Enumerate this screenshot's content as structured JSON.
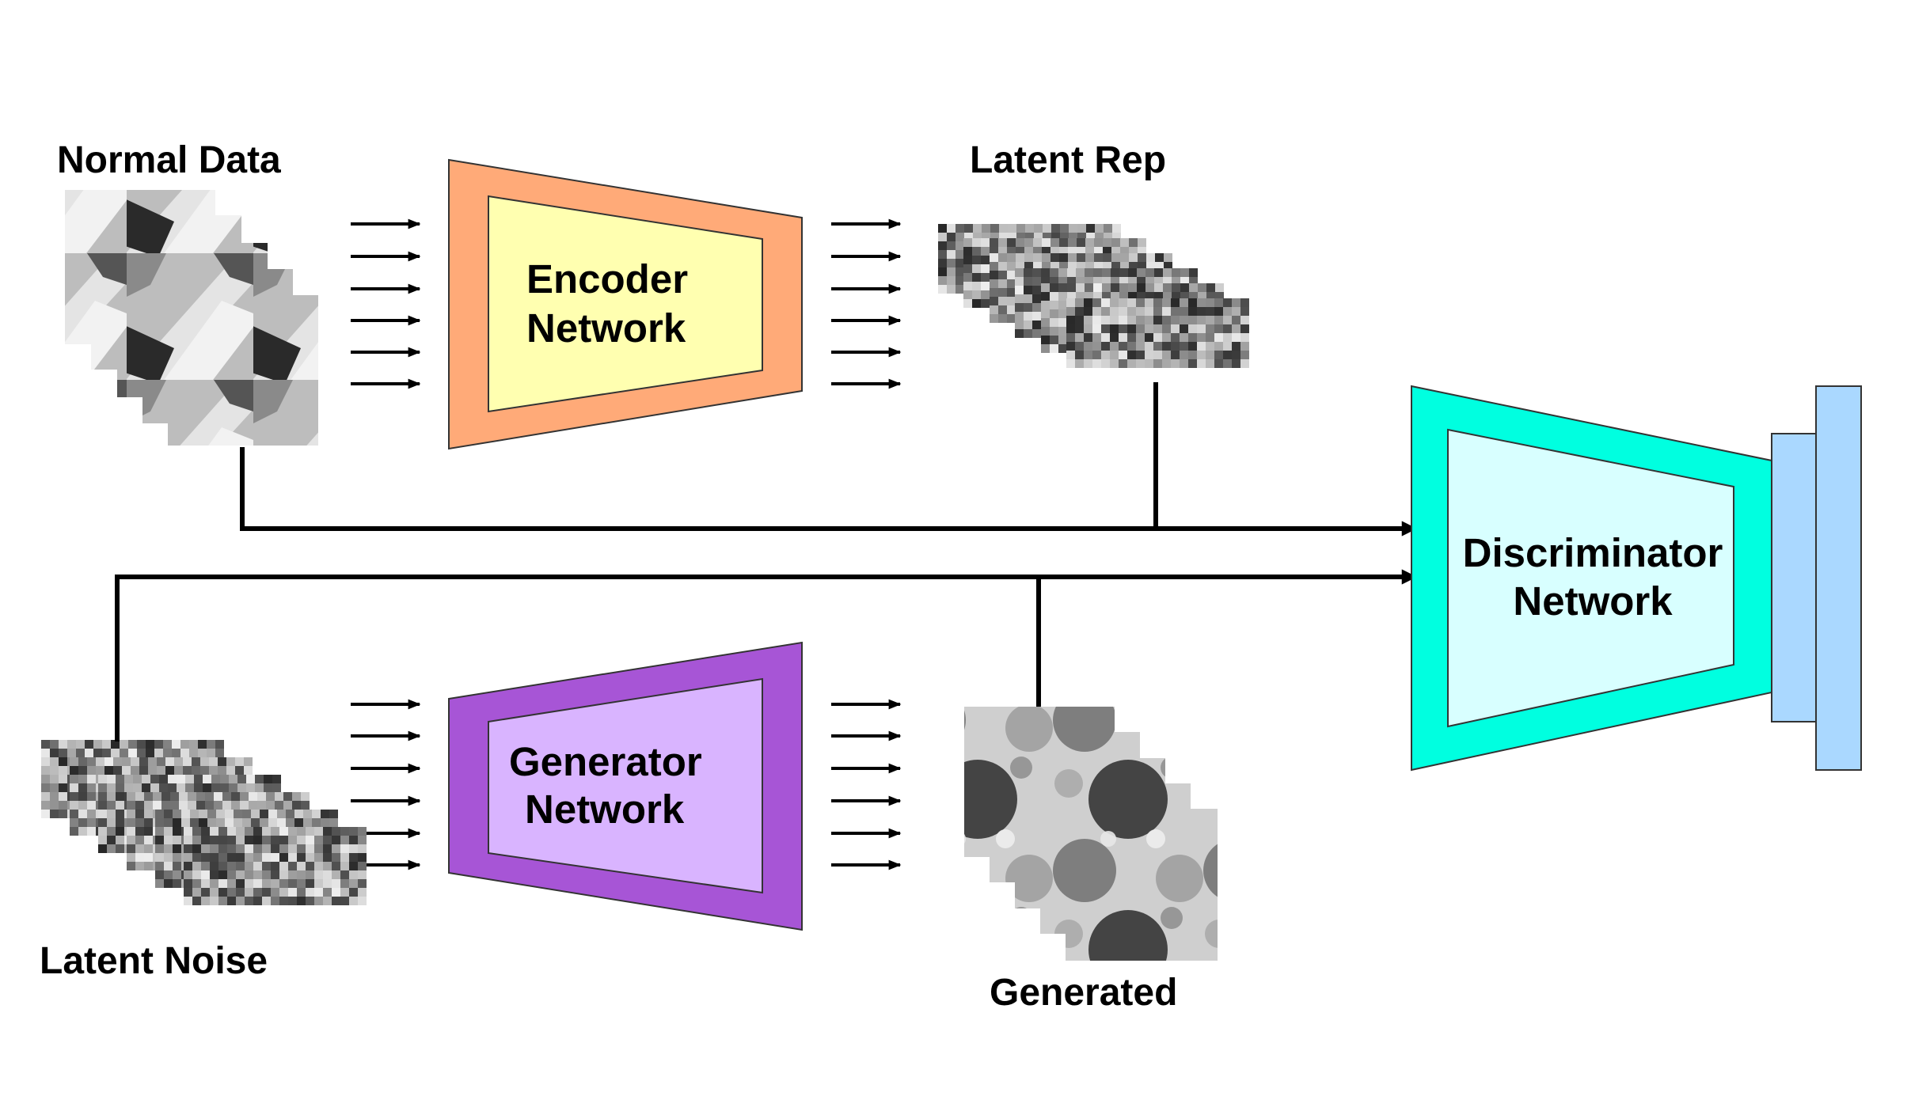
{
  "labels": {
    "normal_data": "Normal Data",
    "latent_rep": "Latent Rep",
    "latent_noise": "Latent Noise",
    "generated": "Generated"
  },
  "encoder": {
    "line1": "Encoder",
    "line2": "Network"
  },
  "generator": {
    "line1": "Generator",
    "line2": "Network"
  },
  "discriminator": {
    "line1": "Discriminator",
    "line2": "Network"
  },
  "colors": {
    "encoder_outer": "#FFAA78",
    "encoder_inner": "#FFFFB0",
    "generator_outer": "#A755D6",
    "generator_inner": "#D9B4FF",
    "discriminator_outer": "#00FFE0",
    "discriminator_inner": "#D8FFFF",
    "output_blocks": "#AAD8FF"
  }
}
